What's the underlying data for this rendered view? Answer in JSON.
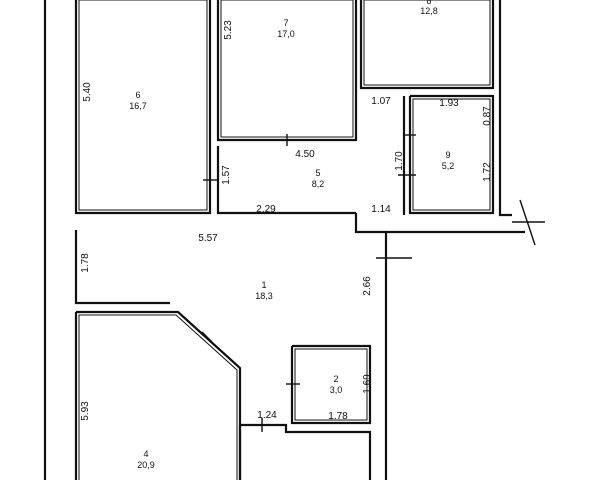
{
  "rooms": {
    "r1": {
      "number": "1",
      "area": "18,3"
    },
    "r2": {
      "number": "2",
      "area": "3,0"
    },
    "r4": {
      "number": "4",
      "area": "20,9"
    },
    "r5": {
      "number": "5",
      "area": "8,2"
    },
    "r6": {
      "number": "6",
      "area": "16,7"
    },
    "r7": {
      "number": "7",
      "area": "17,0"
    },
    "r8": {
      "number": "8",
      "area": "12,8"
    },
    "r9": {
      "number": "9",
      "area": "5,2"
    }
  },
  "dimensions": {
    "d540": "5.40",
    "d523": "5.23",
    "d450": "4.50",
    "d107": "1.07",
    "d193": "1.93",
    "d087": "0.87",
    "d170": "1.70",
    "d172": "1.72",
    "d157": "1.57",
    "d229": "2.29",
    "d114": "1.14",
    "d557": "5.57",
    "d178v": "1.78",
    "d266": "2.66",
    "d593": "5.93",
    "d169": "1.69",
    "d124": "1.24",
    "d178h": "1.78"
  }
}
